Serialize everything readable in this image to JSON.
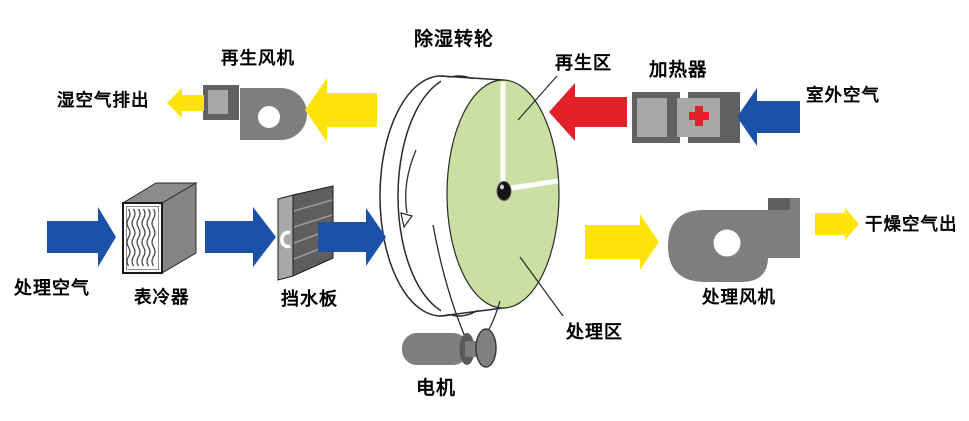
{
  "diagram": {
    "type": "process-flow-schematic",
    "subject": "rotary desiccant dehumidification system"
  },
  "colors": {
    "yellow": "#FFE30A",
    "blue": "#1B51A8",
    "red": "#E32129",
    "wheel_green": "#CCDFA3",
    "component_gray": "#7E7E7E",
    "dark_gray": "#616161",
    "light_gray": "#A8A8A8",
    "outline": "#2A2A2A"
  },
  "labels": {
    "wet_air_exhaust": "湿空气排出",
    "regen_fan": "再生风机",
    "wheel_title": "除湿转轮",
    "regen_zone": "再生区",
    "heater": "加热器",
    "outdoor_air": "室外空气",
    "process_air": "处理空气",
    "surface_cooler": "表冷器",
    "water_baffle": "挡水板",
    "motor": "电机",
    "process_zone": "处理区",
    "process_fan": "处理风机",
    "dry_air_out": "干燥空气出"
  },
  "arrows": [
    {
      "name": "exhaust-out",
      "color": "yellow",
      "direction": "left"
    },
    {
      "name": "wheel-to-regen-fan",
      "color": "yellow",
      "direction": "left"
    },
    {
      "name": "heater-to-wheel",
      "color": "red",
      "direction": "left"
    },
    {
      "name": "outdoor-to-heater",
      "color": "blue",
      "direction": "left"
    },
    {
      "name": "process-air-in",
      "color": "blue",
      "direction": "right"
    },
    {
      "name": "cooler-to-baffle",
      "color": "blue",
      "direction": "right"
    },
    {
      "name": "baffle-to-wheel",
      "color": "blue",
      "direction": "right"
    },
    {
      "name": "wheel-to-process-fan",
      "color": "yellow",
      "direction": "right"
    },
    {
      "name": "dry-air-out",
      "color": "yellow",
      "direction": "right"
    }
  ]
}
